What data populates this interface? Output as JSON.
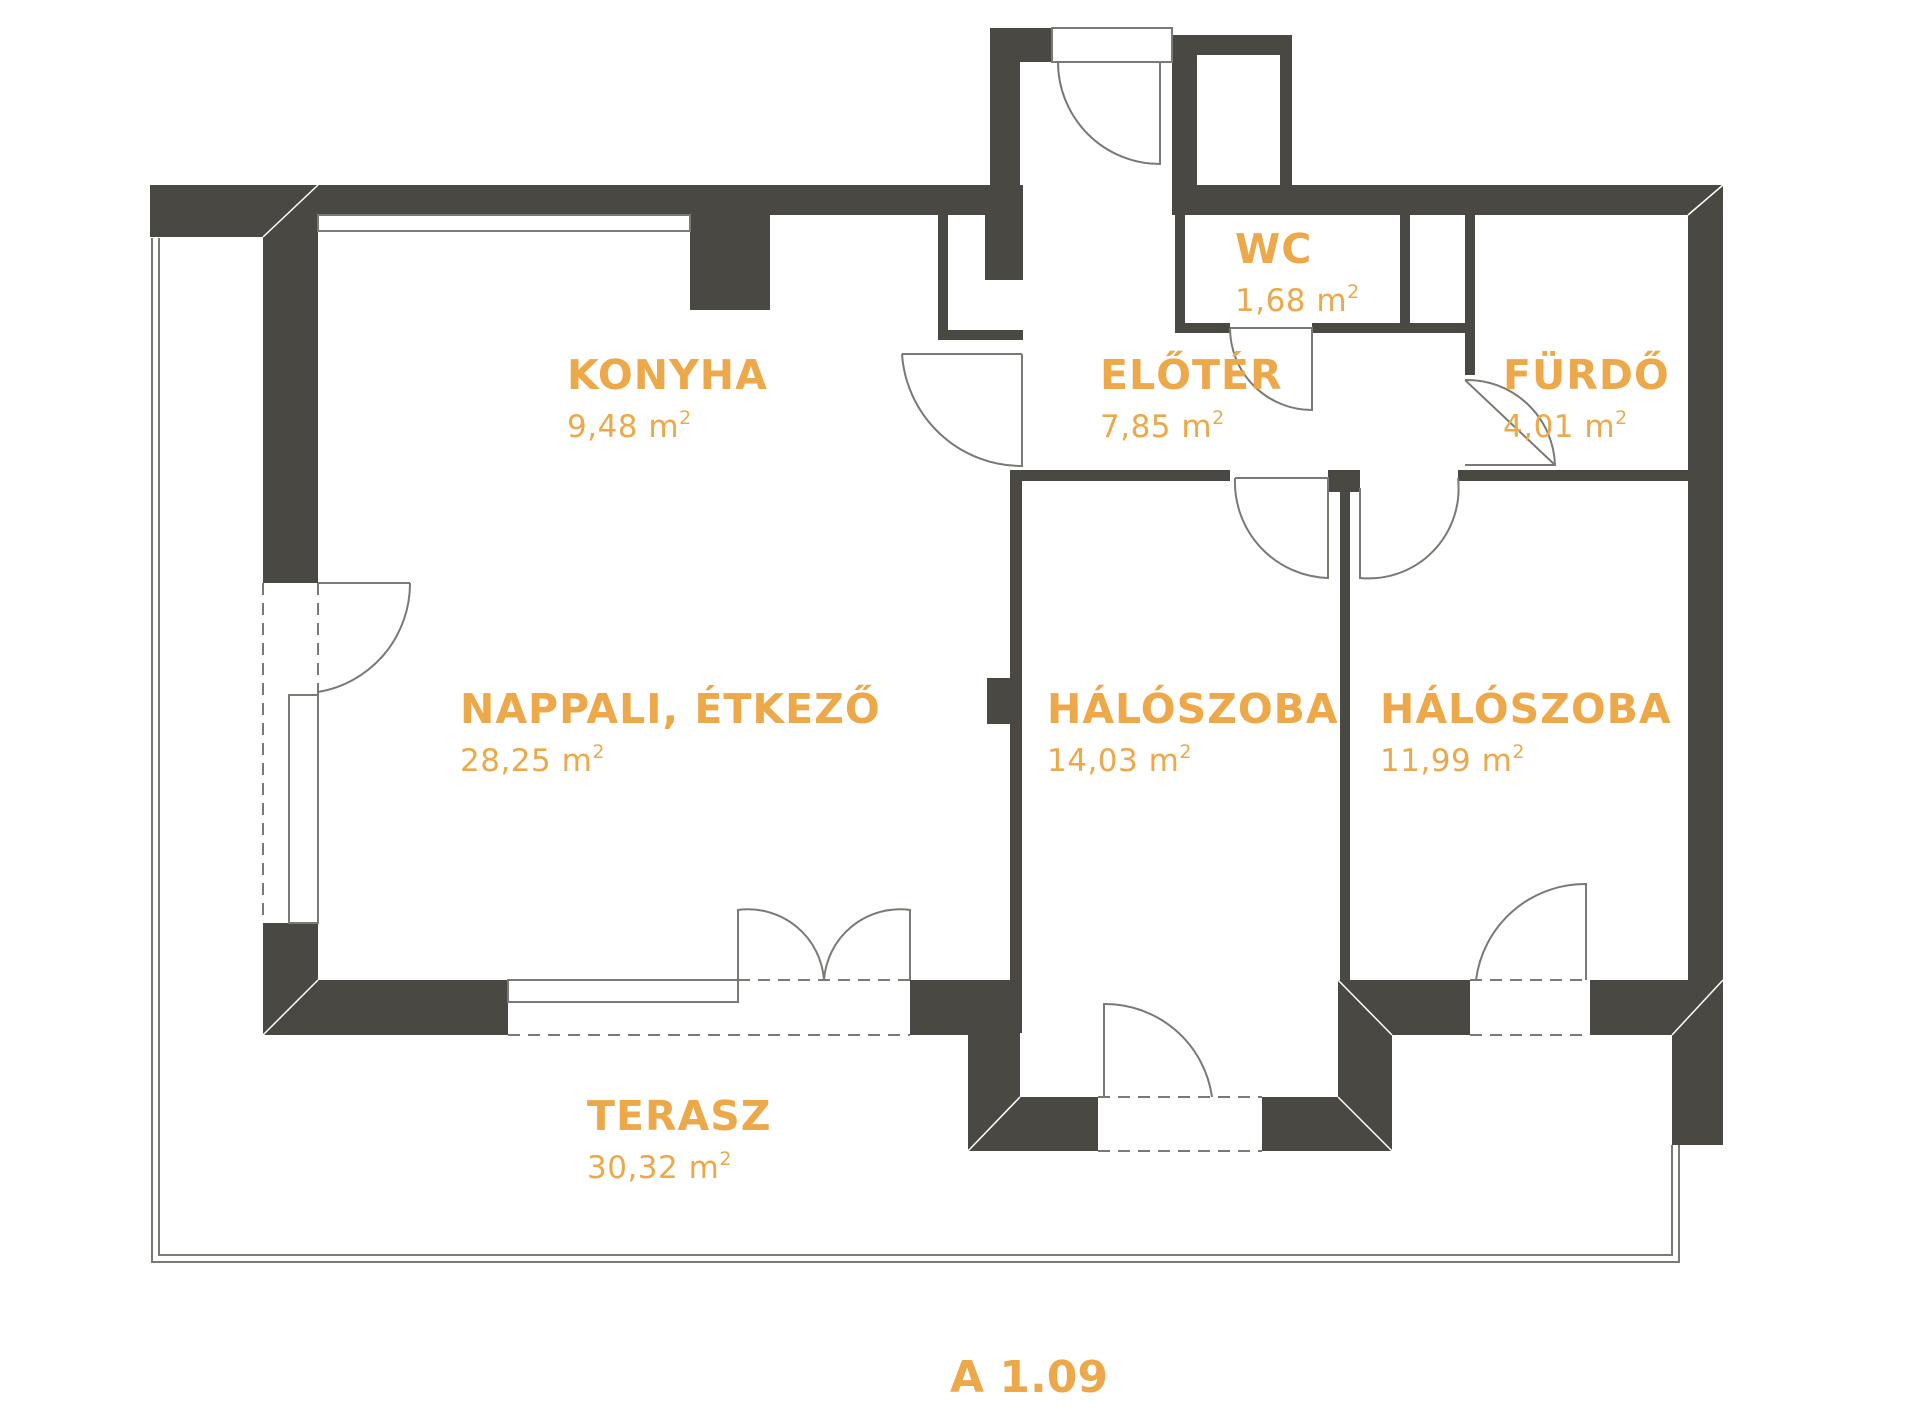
{
  "colors": {
    "wall": "#4a4842",
    "label": "#eda84a",
    "line": "#7a7a74",
    "background": "#ffffff"
  },
  "area_unit": "m",
  "area_exponent": "2",
  "rooms": [
    {
      "id": "konyha",
      "name": "KONYHA",
      "area": "9,48"
    },
    {
      "id": "eloter",
      "name": "ELŐTÉR",
      "area": "7,85"
    },
    {
      "id": "wc",
      "name": "WC",
      "area": "1,68"
    },
    {
      "id": "furdo",
      "name": "FÜRDŐ",
      "area": "4,01"
    },
    {
      "id": "nappali",
      "name": "NAPPALI, ÉTKEZŐ",
      "area": "28,25"
    },
    {
      "id": "haloszoba-1",
      "name": "HÁLÓSZOBA",
      "area": "14,03"
    },
    {
      "id": "haloszoba-2",
      "name": "HÁLÓSZOBA",
      "area": "11,99"
    },
    {
      "id": "terasz",
      "name": "TERASZ",
      "area": "30,32"
    }
  ],
  "unit_id": "A 1.09"
}
